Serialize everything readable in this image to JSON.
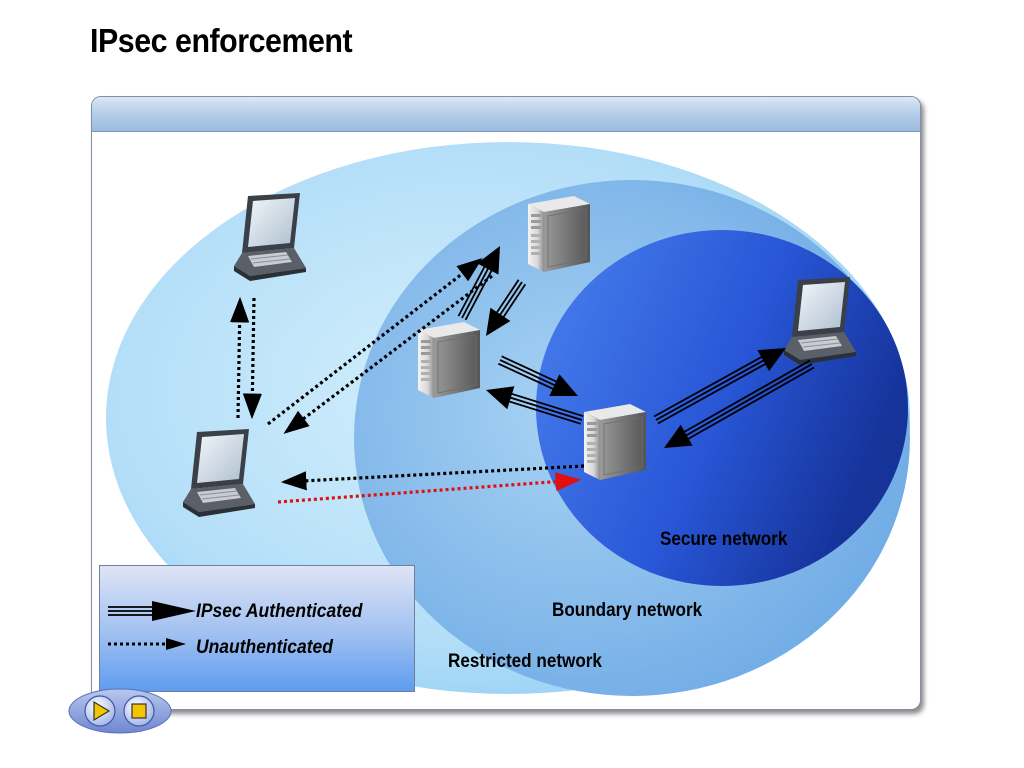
{
  "slide": {
    "title": "IPsec enforcement"
  },
  "zones": {
    "restricted": "Restricted network",
    "boundary": "Boundary network",
    "secure": "Secure network"
  },
  "legend": {
    "authenticated": "IPsec Authenticated",
    "unauthenticated": "Unauthenticated"
  },
  "colors": {
    "restricted_zone": "#b8e2fa",
    "boundary_zone": "#8fc3ee",
    "secure_zone": "#2f63e0",
    "highlight_arrow": "#e01010"
  },
  "icons": {
    "client": "laptop-icon",
    "server": "server-tower-icon",
    "play": "play-icon",
    "stop": "stop-icon"
  }
}
